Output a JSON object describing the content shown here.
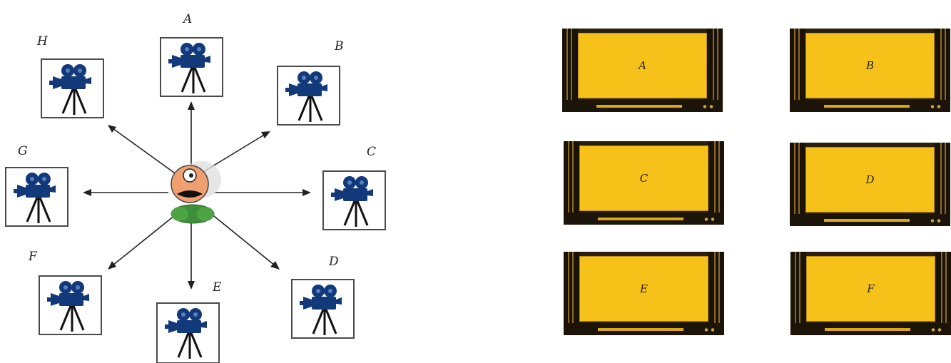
{
  "diagram": {
    "cameras": [
      {
        "id": "A",
        "label": "A"
      },
      {
        "id": "B",
        "label": "B"
      },
      {
        "id": "C",
        "label": "C"
      },
      {
        "id": "D",
        "label": "D"
      },
      {
        "id": "E",
        "label": "E"
      },
      {
        "id": "F",
        "label": "F"
      },
      {
        "id": "G",
        "label": "G"
      },
      {
        "id": "H",
        "label": "H"
      }
    ],
    "subject": {
      "icon": "cartoon-person-icon"
    },
    "camera_icon": "video-camera-on-tripod-icon",
    "colors": {
      "camera": "#123a7a",
      "subject_face": "#f0a070",
      "subject_body": "#3f8f3a"
    }
  },
  "monitors": [
    {
      "label": "A"
    },
    {
      "label": "B"
    },
    {
      "label": "C"
    },
    {
      "label": "D"
    },
    {
      "label": "E"
    },
    {
      "label": "F"
    }
  ],
  "monitor_colors": {
    "screen": "#f6c21a",
    "frame": "#2a1e0e",
    "accent": "#d9a818"
  }
}
